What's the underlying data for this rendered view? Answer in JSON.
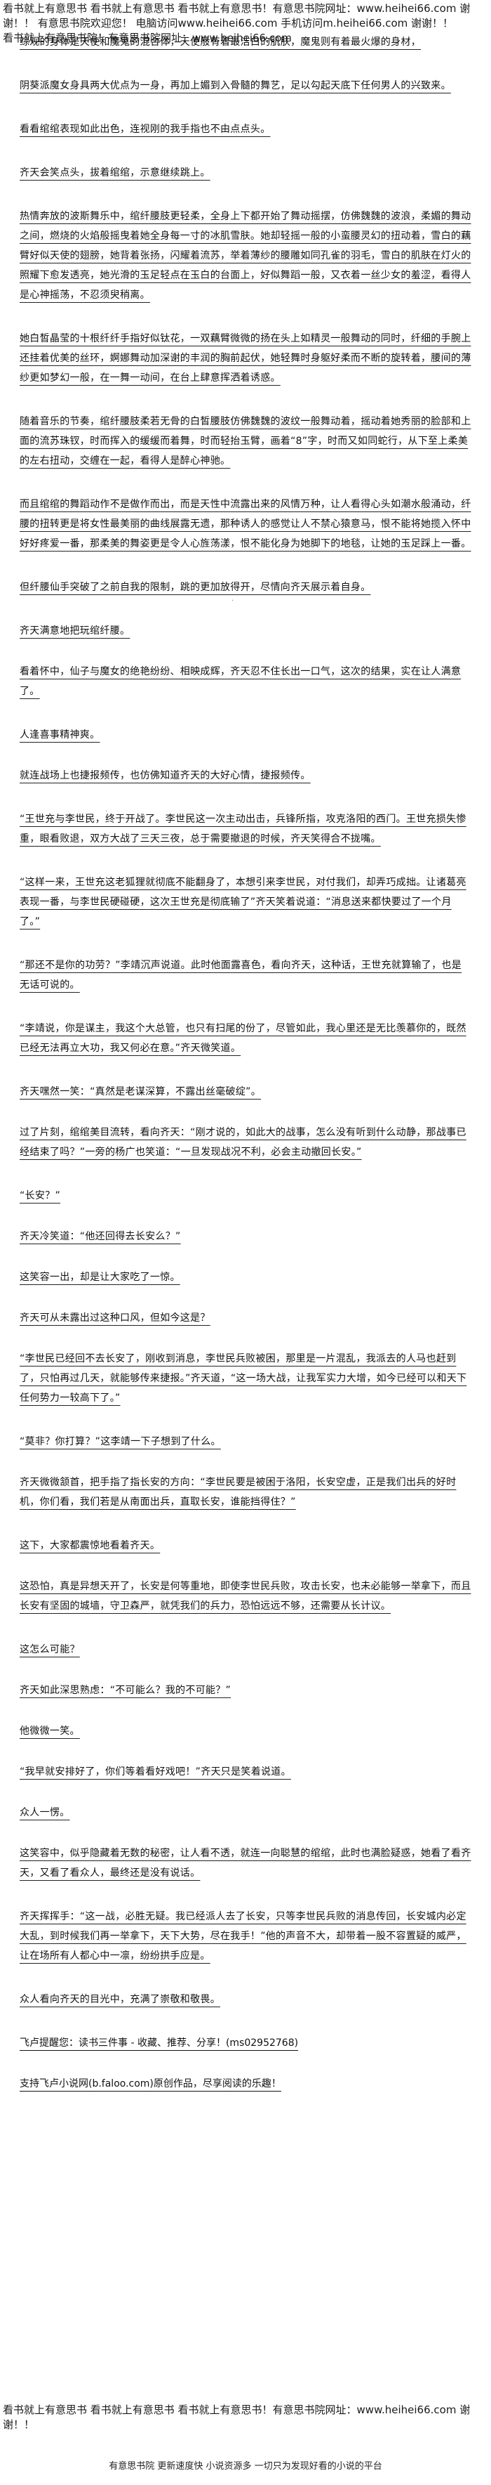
{
  "header": {
    "line1": "看书就上有意思书 看书就上有意思书 看书就上有意思书！有意思书院网址：www.heihei66.com 谢谢！！ 有意思书院欢迎您！ 电脑访问www.heihei66.com 手机访问m.heihei66.com 谢谢！！",
    "line2": "看书就上有意思书院！有意思书院网址：www.heihei66.com"
  },
  "paragraphs": [
    "综观的身体是天使和魔鬼的混合体，天使般有着最洁白的肌肤，魔鬼则有着最火爆的身材，",
    "阴葵派魔女身具两大优点为一身，再加上媚到入骨髓的舞艺，足以勾起天底下任何男人的兴致来。",
    "看看绾绾表现如此出色，连视刚的我手指也不由点点头。",
    "齐天会笑点头，拔着绾绾，示意继续跳上。",
    "热情奔放的波斯舞乐中，绾纤腰肢更轻柔，全身上下都开始了舞动摇摆，仿佛魏魏的波浪，柔媚的舞动之间，燃烧的火焰般摇曳着她全身每一寸的冰肌雪肤。她却轻摇一般的小蛮腰灵幻的扭动着，雪白的藕臂好似天使的翅膀，她背着张扬，闪耀着流苏，举着薄纱的腰雕如同孔雀的羽毛，雪白的肌肤在灯火的照耀下愈发透亮，她光滑的玉足轻点在玉白的台面上，好似舞蹈一般，又衣着一丝少女的羞涩，看得人是心神摇荡，不忍须臾稍离。",
    "她白皙晶莹的十根纤纤手指好似钛花，一双藕臂微微的扬在头上如精灵一般舞动的同时，纤细的手腕上还挂着优美的丝环，婀娜舞动加深谢的丰润的胸前起伏，她轻舞时身躯好柔而不断的旋转着，腰间的薄纱更如梦幻一般，在一舞一动间，在台上肆意挥洒着诱惑。",
    "随着音乐的节奏，绾纤腰肢柔若无骨的白皙腰肢仿佛魏魏的波纹一般舞动着，摇动着她秀丽的脸部和上面的流苏珠钗，时而挥入的缓缓而着舞，时而轻抬玉臂，画着“8”字，时而又如同蛇行，从下至上柔美的左右扭动，交缠在一起，看得人是醉心神驰。",
    "而且绾绾的舞蹈动作不是做作而出，而是天性中流露出来的风情万种，让人看得心头如潮水般涌动，纤腰的扭转更是将女性最美丽的曲线展露无遗，那种诱人的感觉让人不禁心猿意马，恨不能将她揽入怀中好好疼爱一番，那柔美的舞姿更是令人心旌荡漾，恨不能化身为她脚下的地毯，让她的玉足踩上一番。",
    "但纤腰仙手突破了之前自我的限制，跳的更加放得开，尽情向齐天展示着自身。",
    "齐天满意地把玩绾纤腰。",
    "看着怀中，仙子与魔女的绝艳纷纷、相映成辉，齐天忍不住长出一口气，这次的结果，实在让人满意了。",
    "人逢喜事精神爽。",
    "就连战场上也捷报频传，也仿佛知道齐天的大好心情，捷报频传。",
    "“王世充与李世民，终于开战了。李世民这一次主动出击，兵锋所指，攻克洛阳的西门。王世充损失惨重，眼看败退，双方大战了三天三夜，总于需要撤退的时候，齐天笑得合不拢嘴。",
    "“这样一来，王世充这老狐狸就彻底不能翻身了，本想引来李世民，对付我们，却弄巧成拙。让诸葛亮表现一番，与李世民硬碰硬，这次王世充是彻底输了”齐天笑着说道：“消息送来都快要过了一个月了。”",
    "“那还不是你的功劳？”李靖沉声说道。此时他面露喜色，看向齐天，这种话，王世充就算输了，也是无话可说的。",
    "“李靖说，你是谋主，我这个大总管，也只有扫尾的份了，尽管如此，我心里还是无比羡慕你的，既然已经无法再立大功，我又何必在意。”齐天微笑道。",
    "齐天嘿然一笑：“真然是老谋深算，不露出丝毫破绽”。",
    "过了片刻，绾绾美目流转，看向齐天：“刚才说的，如此大的战事，怎么没有听到什么动静，那战事已经结束了吗？”一旁的杨广也笑道：“一旦发现战况不利，必会主动撤回长安。”",
    "“长安？”",
    "齐天冷笑道：“他还回得去长安么？”",
    "这笑容一出，却是让大家吃了一惊。",
    "齐天可从未露出过这种口风，但如今这是？",
    "“李世民已经回不去长安了，刚收到消息，李世民兵败被困，那里是一片混乱，我派去的人马也赶到了，只怕再过几天，就能够传来捷报。”齐天道，“这一场大战，让我军实力大增，如今已经可以和天下任何势力一较高下了。”",
    "“莫非？你打算？”这李靖一下子想到了什么。",
    "齐天微微颔首，把手指了指长安的方向：“李世民要是被困于洛阳，长安空虚，正是我们出兵的好时机，你们看，我们若是从南面出兵，直取长安，谁能挡得住？”",
    "这下，大家都震惊地看着齐天。",
    "这恐怕，真是异想天开了，长安是何等重地，即使李世民兵败，攻击长安，也未必能够一举拿下，而且长安有坚固的城墙，守卫森严，就凭我们的兵力，恐怕远远不够，还需要从长计议。",
    "这怎么可能？",
    "齐天如此深思熟虑：“不可能么？我的不可能？”",
    "他微微一笑。",
    "“我早就安排好了，你们等着看好戏吧！”齐天只是笑着说道。",
    "众人一愣。",
    "这笑容中，似乎隐藏着无数的秘密，让人看不透，就连一向聪慧的绾绾，此时也满脸疑惑，她看了看齐天，又看了看众人，最终还是没有说话。",
    "齐天挥挥手：“这一战，必胜无疑。我已经派人去了长安，只等李世民兵败的消息传回，长安城内必定大乱，到时候我们再一举拿下，天下大势，尽在我手！”他的声音不大，却带着一股不容置疑的威严，让在场所有人都心中一凛，纷纷拱手应是。",
    "众人看向齐天的目光中，充满了崇敬和敬畏。"
  ],
  "promo": {
    "line1": "飞卢提醒您：读书三件事 - 收藏、推荐、分享！(ms02952768)",
    "line2": "支持飞卢小说网(b.faloo.com)原创作品，尽享阅读的乐趣！"
  },
  "footer": {
    "watermark": "看书就上有意思书 看书就上有意思书 看书就上有意思书！有意思书院网址：www.heihei66.com 谢谢！！",
    "bottom": "有意思书院 更新速度快 小说资源多 一切只为发现好看的小说的平台"
  }
}
